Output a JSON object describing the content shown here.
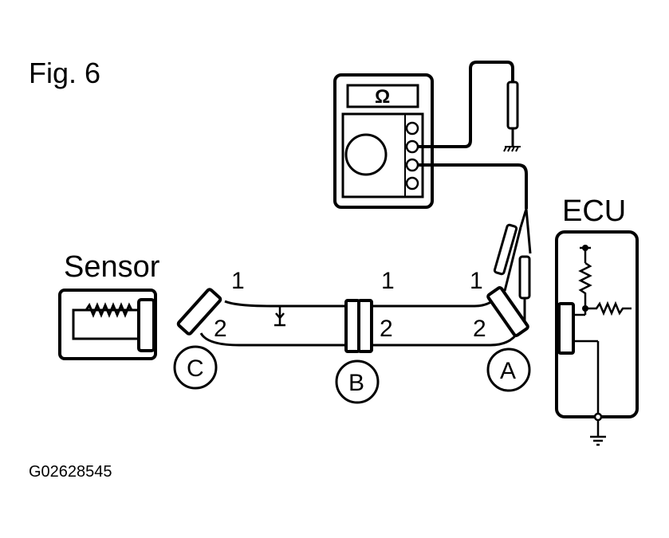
{
  "figure": {
    "title": "Fig. 6",
    "code": "G02628545"
  },
  "components": {
    "sensor_label": "Sensor",
    "ecu_label": "ECU",
    "meter_symbol": "Ω"
  },
  "connectors": {
    "a": "A",
    "b": "B",
    "c": "C"
  },
  "pins": {
    "one": "1",
    "two": "2"
  }
}
